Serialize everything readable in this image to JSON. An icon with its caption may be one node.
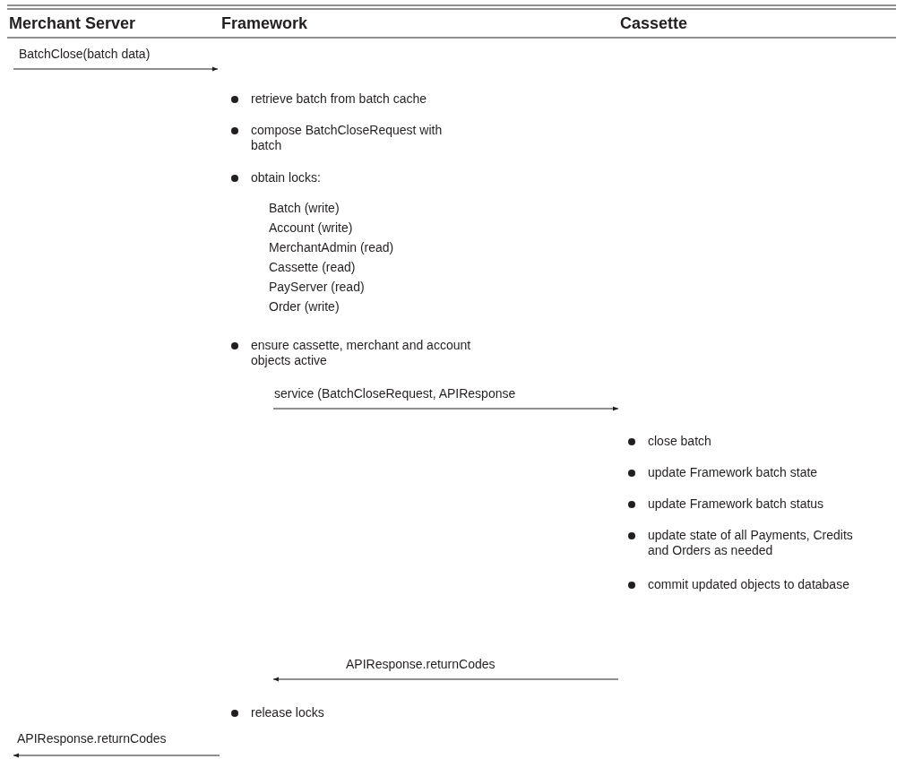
{
  "diagram": {
    "nodes": [
      {
        "text": [
          "Merchant Server"
        ]
      },
      {
        "text": [
          "Framework"
        ]
      },
      {
        "text": [
          "Cassette"
        ]
      }
    ],
    "edges": [
      {
        "from": 0,
        "to": 1,
        "arrow": "to",
        "label": "BatchClose(batch data)"
      },
      {
        "from": 1,
        "to": 2,
        "arrow": "to",
        "label": "service (BatchCloseRequest, APIResponse"
      },
      {
        "from": 2,
        "to": 1,
        "arrow": "to",
        "label": "APIResponse.returnCodes"
      },
      {
        "from": 1,
        "to": 0,
        "arrow": "to",
        "label": "APIResponse.returnCodes"
      }
    ],
    "labels": [
      "retrieve batch from batch cache",
      "compose BatchCloseRequest with batch",
      "obtain locks:",
      "Batch (write)",
      "Account (write)",
      "MerchantAdmin (read)",
      "Cassette (read)",
      "PayServer (read)",
      "Order (write)",
      "ensure cassette, merchant and account objects active",
      "close batch",
      "update Framework batch state",
      "update Framework batch status",
      "update state of all Payments, Credits and Orders as needed",
      "commit updated objects to database",
      "release locks"
    ]
  }
}
